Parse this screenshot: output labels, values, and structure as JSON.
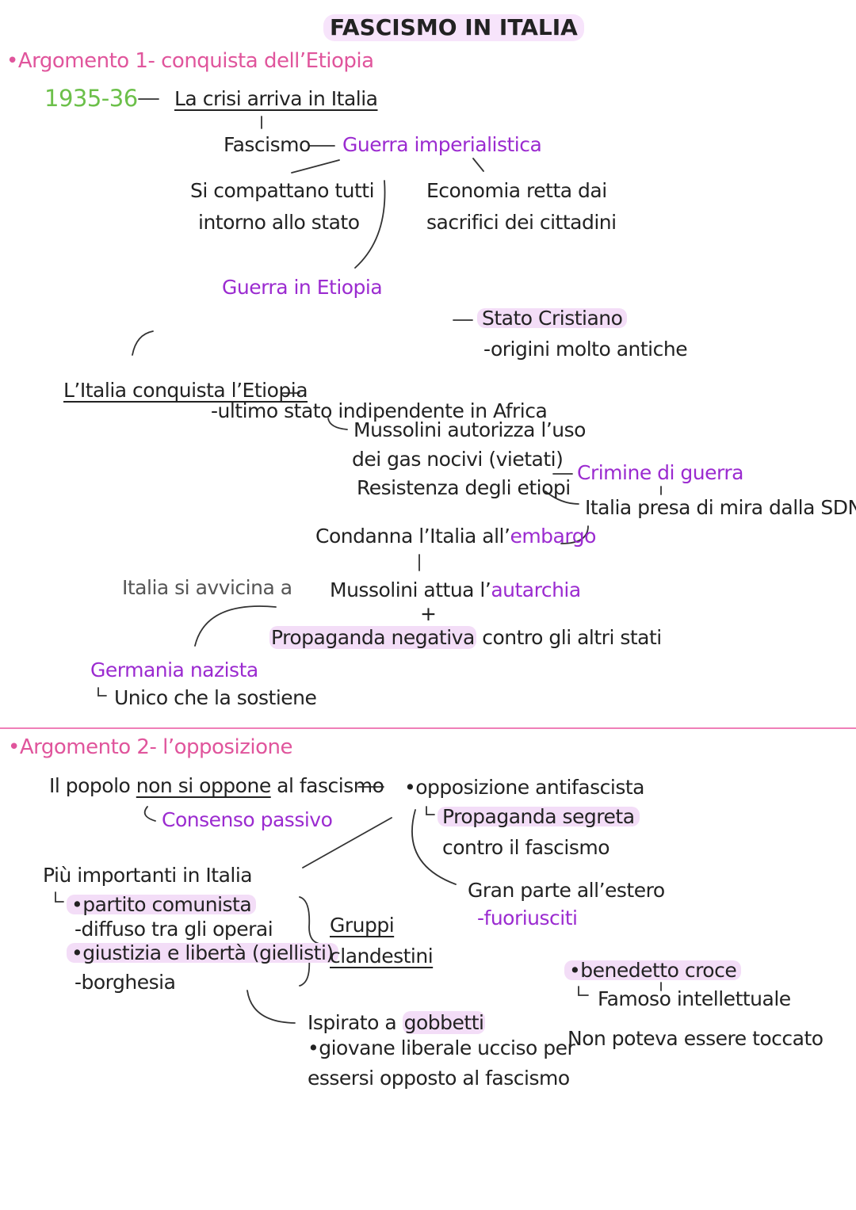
{
  "title": "FASCISMO IN ITALIA",
  "section1": {
    "heading": "•Argomento 1- conquista dell’Etiopia",
    "years": "1935-36",
    "crisis": "La crisi arriva in Italia",
    "fascismo": "Fascismo",
    "guerra_imp": "Guerra imperialistica",
    "compattano_1": "Si compattano tutti",
    "compattano_2": "intorno allo stato",
    "economia_1": "Economia retta dai",
    "economia_2": "sacrifici dei cittadini",
    "guerra_etiopia": "Guerra in Etiopia",
    "stato_cristiano": "Stato Cristiano",
    "origini": "-origini molto antiche",
    "italia_conquista": "L’Italia conquista l’Etiopia",
    "ultimo_stato": "-ultimo stato indipendente in Africa",
    "mussolini_gas_1": "Mussolini autorizza l’uso",
    "mussolini_gas_2": "dei gas nocivi (vietati)",
    "resistenza": "Resistenza degli etiopi",
    "crimine": "Crimine di guerra",
    "sdn": "Italia presa di mira dalla SDN",
    "condanna_pre": "Condanna l’Italia all’",
    "condanna_embargo": "embargo",
    "avvicina": "Italia si avvicina a",
    "autarchia_pre": "Mussolini attua l’",
    "autarchia": "autarchia",
    "plus": "+",
    "propaganda_neg": "Propaganda negativa",
    "propaganda_rest": " contro gli altri stati",
    "germania": "Germania nazista",
    "unico": "Unico che la sostiene"
  },
  "section2": {
    "heading": "•Argomento 2- l’opposizione",
    "popolo_pre": "Il popolo ",
    "popolo_u": "non si oppone",
    "popolo_post": " al fascismo",
    "consenso": "Consenso passivo",
    "opposizione": "•opposizione antifascista",
    "prop_segreta": "Propaganda segreta",
    "contro_fascismo": "contro il fascismo",
    "piu_importanti": "Più importanti in Italia",
    "partito": "•partito comunista",
    "diffuso": "-diffuso tra gli operai",
    "giustizia": "•giustizia e libertà (giellisti)",
    "borghesia": "-borghesia",
    "gruppi_1": "Gruppi",
    "gruppi_2": "clandestini",
    "estero": "Gran parte all’estero",
    "fuoriusciti": "-fuoriusciti",
    "croce": "•benedetto croce",
    "intellettuale": "Famoso intellettuale",
    "toccato": "Non poteva essere toccato",
    "ispirato_pre": "Ispirato a ",
    "gobbetti": "gobbetti",
    "giovane": "•giovane liberale ucciso per",
    "opposto": "essersi opposto al fascismo"
  }
}
